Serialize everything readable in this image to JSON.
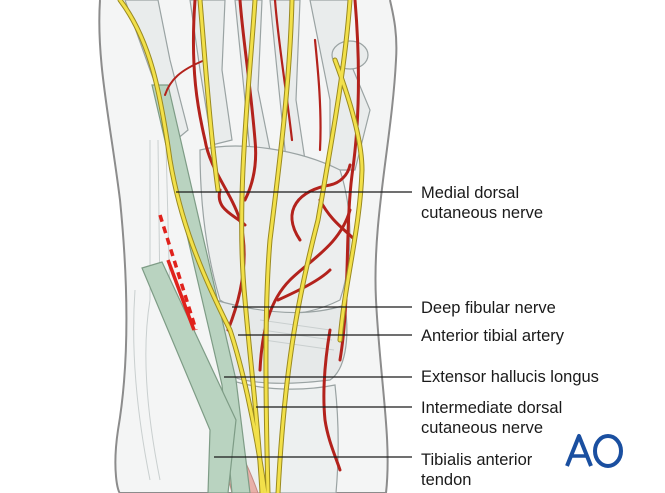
{
  "labels": {
    "medial_dorsal": [
      "Medial dorsal",
      "cutaneous nerve"
    ],
    "deep_fibular": [
      "Deep fibular nerve"
    ],
    "anterior_tibial": [
      "Anterior tibial artery"
    ],
    "extensor_hallucis": [
      "Extensor hallucis longus"
    ],
    "intermediate_dorsal": [
      "Intermediate dorsal",
      "cutaneous nerve"
    ],
    "tibialis_anterior": [
      "Tibialis anterior",
      "tendon"
    ]
  },
  "logo": {
    "text": "AO",
    "color": "#1a4fa0"
  },
  "colors": {
    "nerve": "#f2e04a",
    "nerve_outline": "#9a8a20",
    "artery": "#b3221c",
    "bone": "#e9ecec",
    "bone_outline": "#9aa3a3",
    "tendon": "#b9d3c0",
    "skin_outline": "#8c8c8c",
    "incision": "#e0221c",
    "muscle": "#e8b0a8"
  }
}
